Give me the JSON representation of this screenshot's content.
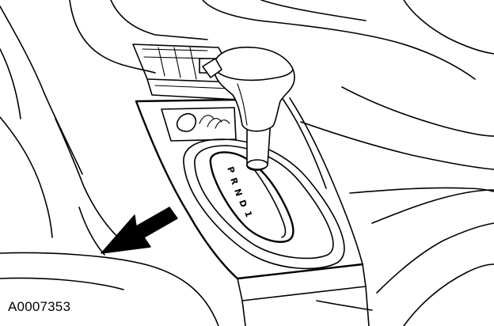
{
  "figure": {
    "code": "A0007353"
  },
  "selector": {
    "positions": [
      "P",
      "R",
      "N",
      "D",
      "1"
    ]
  },
  "colors": {
    "ink": "#000000",
    "paper": "#ffffff"
  },
  "icons": {
    "pointer": "arrow-icon"
  }
}
